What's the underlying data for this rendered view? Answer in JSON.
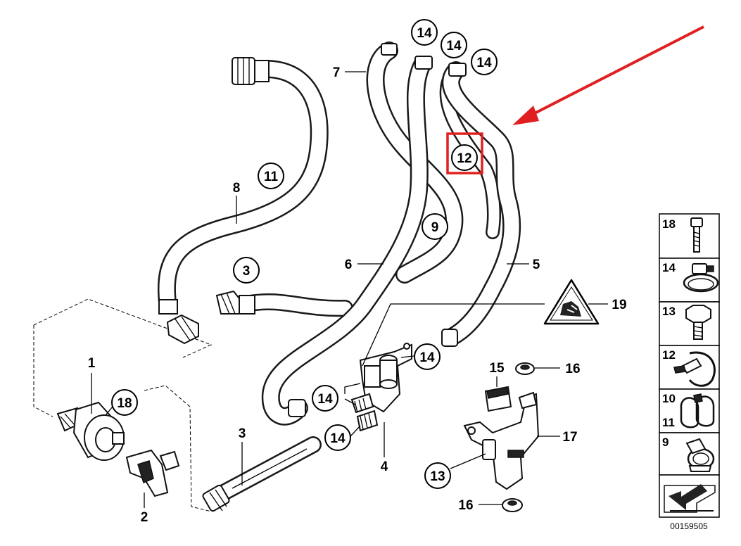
{
  "callouts": {
    "c1": "1",
    "c2": "2",
    "c3a": "3",
    "c3b": "3",
    "c4": "4",
    "c5": "5",
    "c6": "6",
    "c7": "7",
    "c8": "8",
    "c9": "9",
    "c11": "11",
    "c12": "12",
    "c13": "13",
    "c14a": "14",
    "c14b": "14",
    "c14c": "14",
    "c14d": "14",
    "c14e": "14",
    "c14f": "14",
    "c15": "15",
    "c16a": "16",
    "c16b": "16",
    "c17": "17",
    "c18": "18",
    "c19": "19"
  },
  "side_panel": {
    "rows": [
      {
        "label": "18",
        "icon": "bolt-icon"
      },
      {
        "label": "14",
        "icon": "hose-clamp-icon"
      },
      {
        "label": "13",
        "icon": "hex-bolt-icon"
      },
      {
        "label": "12",
        "icon": "hose-clip-icon"
      },
      {
        "label": "10",
        "label2": "11",
        "icon": "double-clip-icon"
      },
      {
        "label": "9",
        "icon": "spring-clip-icon"
      }
    ],
    "code": "00159505"
  },
  "colors": {
    "highlight": "#e02020",
    "arrow": "#e02020",
    "line": "#000000"
  }
}
